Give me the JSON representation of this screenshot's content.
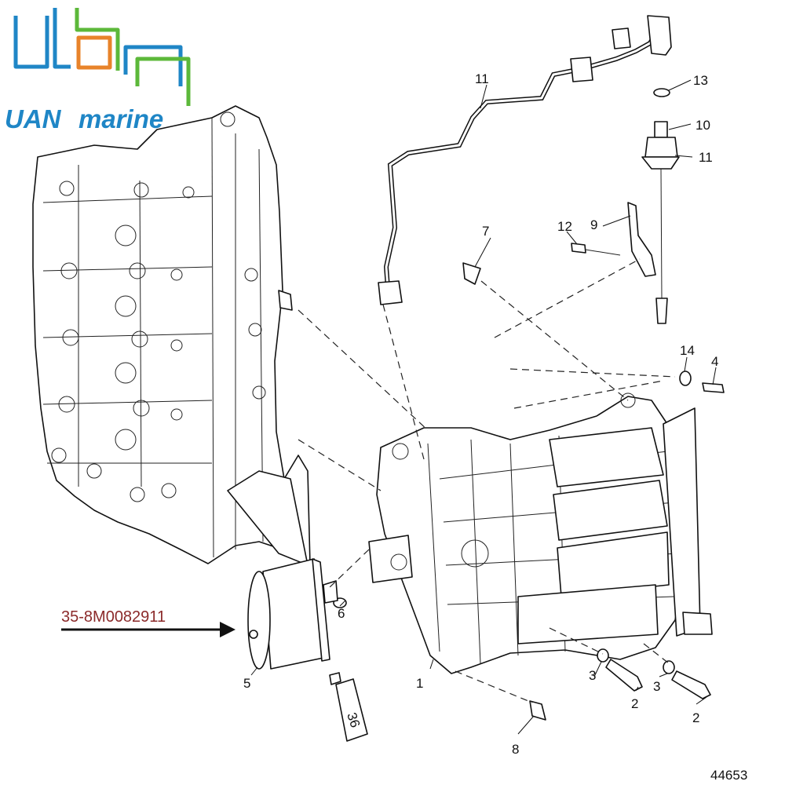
{
  "brand": {
    "name_part1": "UAN",
    "name_part2": "marine",
    "colors": {
      "blue": "#1f86c6",
      "green": "#5cb83a",
      "orange": "#e8832a"
    },
    "icon": "uhn-line-logo-icon"
  },
  "diagram": {
    "kit_part_number": "35-8M0082911",
    "reference_number": "44653",
    "tube_label": "36",
    "callouts": [
      {
        "id": "c1",
        "label": "1"
      },
      {
        "id": "c2a",
        "label": "2"
      },
      {
        "id": "c2b",
        "label": "2"
      },
      {
        "id": "c3a",
        "label": "3"
      },
      {
        "id": "c3b",
        "label": "3"
      },
      {
        "id": "c4",
        "label": "4"
      },
      {
        "id": "c5",
        "label": "5"
      },
      {
        "id": "c6",
        "label": "6"
      },
      {
        "id": "c7",
        "label": "7"
      },
      {
        "id": "c8",
        "label": "8"
      },
      {
        "id": "c9",
        "label": "9"
      },
      {
        "id": "c10",
        "label": "10"
      },
      {
        "id": "c11a",
        "label": "11"
      },
      {
        "id": "c11b",
        "label": "11"
      },
      {
        "id": "c12",
        "label": "12"
      },
      {
        "id": "c13",
        "label": "13"
      },
      {
        "id": "c14",
        "label": "14"
      }
    ]
  }
}
